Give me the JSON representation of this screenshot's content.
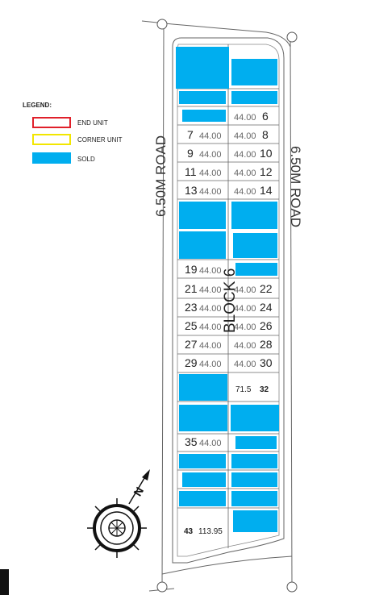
{
  "legend": {
    "title": "LEGEND:",
    "items": [
      {
        "label": "END UNIT",
        "border": "#e0202a",
        "fill": "#ffffff"
      },
      {
        "label": "CORNER UNIT",
        "border": "#f2e600",
        "fill": "#ffffff"
      },
      {
        "label": "SOLD",
        "border": "#00aeef",
        "fill": "#00aeef"
      }
    ]
  },
  "roads": {
    "left": "6.50M ROAD",
    "right": "6.50M ROAD"
  },
  "block_label": "BLOCK 6",
  "colors": {
    "sold": "#00aeef",
    "line": "#555555"
  },
  "lots": {
    "l6": {
      "num": "6",
      "area": "44.00"
    },
    "l7": {
      "num": "7",
      "area": "44.00"
    },
    "l8": {
      "num": "8",
      "area": "44.00"
    },
    "l9": {
      "num": "9",
      "area": "44.00"
    },
    "l10": {
      "num": "10",
      "area": "44.00"
    },
    "l11": {
      "num": "11",
      "area": "44.00"
    },
    "l12": {
      "num": "12",
      "area": "44.00"
    },
    "l13": {
      "num": "13",
      "area": "44.00"
    },
    "l14": {
      "num": "14",
      "area": "44.00"
    },
    "l19": {
      "num": "19",
      "area": "44.00"
    },
    "l21": {
      "num": "21",
      "area": "44.00"
    },
    "l22": {
      "num": "22",
      "area": "44.00"
    },
    "l23": {
      "num": "23",
      "area": "44.00"
    },
    "l24": {
      "num": "24",
      "area": "44.00"
    },
    "l25": {
      "num": "25",
      "area": "44.00"
    },
    "l26": {
      "num": "26",
      "area": "44.00"
    },
    "l27": {
      "num": "27",
      "area": "44.00"
    },
    "l28": {
      "num": "28",
      "area": "44.00"
    },
    "l29": {
      "num": "29",
      "area": "44.00"
    },
    "l30": {
      "num": "30",
      "area": "44.00"
    },
    "l32": {
      "num": "32",
      "area": "71.5"
    },
    "l35": {
      "num": "35",
      "area": "44.00"
    },
    "l43": {
      "num": "43",
      "area": "113.95"
    }
  },
  "compass": {
    "north_letter": "N"
  }
}
